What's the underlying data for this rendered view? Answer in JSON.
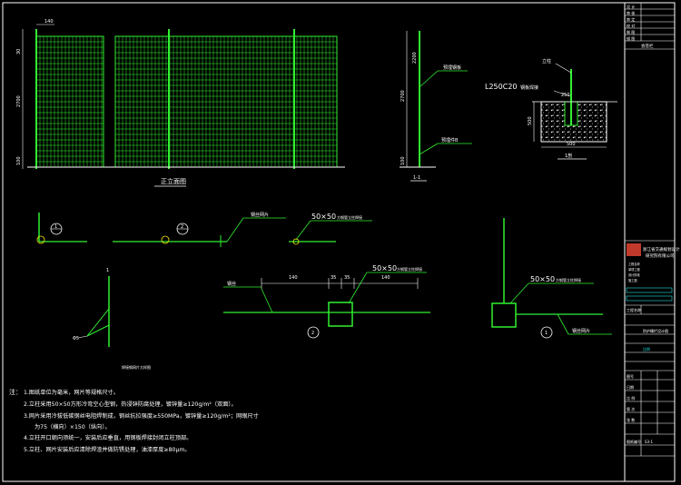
{
  "elevation": {
    "dim_top": "140",
    "dim_left_top": "30",
    "dim_height": "2700",
    "dim_bottom": "100",
    "title": "正立面图"
  },
  "side_view": {
    "dim_upper": "2200",
    "dim_height": "2700",
    "label_upper": "预埋钢板",
    "label_lower": "预埋件B",
    "dim_bottom": "100",
    "title": "1-1"
  },
  "foundation": {
    "post_label": "立柱",
    "spec": "L250C20",
    "spec_note": "钢板焊接",
    "dim_top": "250",
    "dim_depth": "500",
    "dim_width": "500",
    "title": "1剖"
  },
  "details": {
    "marker_1": "1",
    "marker_2": "2",
    "mesh_label_1": "钢丝网片",
    "tube_label_1": "50×50",
    "tube_note_1": "方钢管立柱焊接",
    "angle_label": "Φ5",
    "fence_note": "焊接钢网片大样图",
    "dim_140_left": "140",
    "dim_35_a": "35",
    "dim_35_b": "35",
    "dim_140_right": "140",
    "tube_label_2": "50×50",
    "tube_note_2": "方钢管立柱焊接",
    "left_label_2": "钢丝",
    "circle_2": "2",
    "tube_label_3": "50×50",
    "tube_note_3": "方钢管立柱焊接",
    "mesh_label_3": "钢丝网片",
    "circle_1": "1"
  },
  "notes": {
    "head": "注：",
    "lines": [
      "1.图纸单位为毫米，网片等规格尺寸。",
      "2.立柱采用50×50方形冷弯空心型钢，热浸锌防腐处理，镀锌量≥120g/m²（双面）。",
      "3.网片采用冷拔低碳钢丝电阻焊制成，钢丝抗拉强度≥550MPa，镀锌量≥120g/m²；网眼尺寸",
      "为75（横向）×150（纵向）。",
      "4.立柱开口朝向须统一，安装后应垂直，用钢板焊接封闭立柱顶部。",
      "5.立柱、网片安装后应清除焊渣并做防锈处理，油漆厚度≥80μm。"
    ]
  },
  "title_block": {
    "top_rows": [
      "设 计",
      "审 核",
      "审 定",
      "校 对",
      "制 图",
      "描 图",
      "会签栏"
    ],
    "company_line1": "浙江省交通规划设计",
    "company_line2": "研究院有限公司",
    "small_lines": [
      "工程名称",
      "单项工程",
      "设计阶段",
      "施工图"
    ],
    "project_label": "工程名称",
    "drawing_title": "防护栅栏设计图",
    "scale_label": "比例",
    "rows": [
      "图号",
      "日期",
      "比 例",
      "版 次",
      "张 数",
      "图纸编号"
    ],
    "code": "S3-1"
  }
}
